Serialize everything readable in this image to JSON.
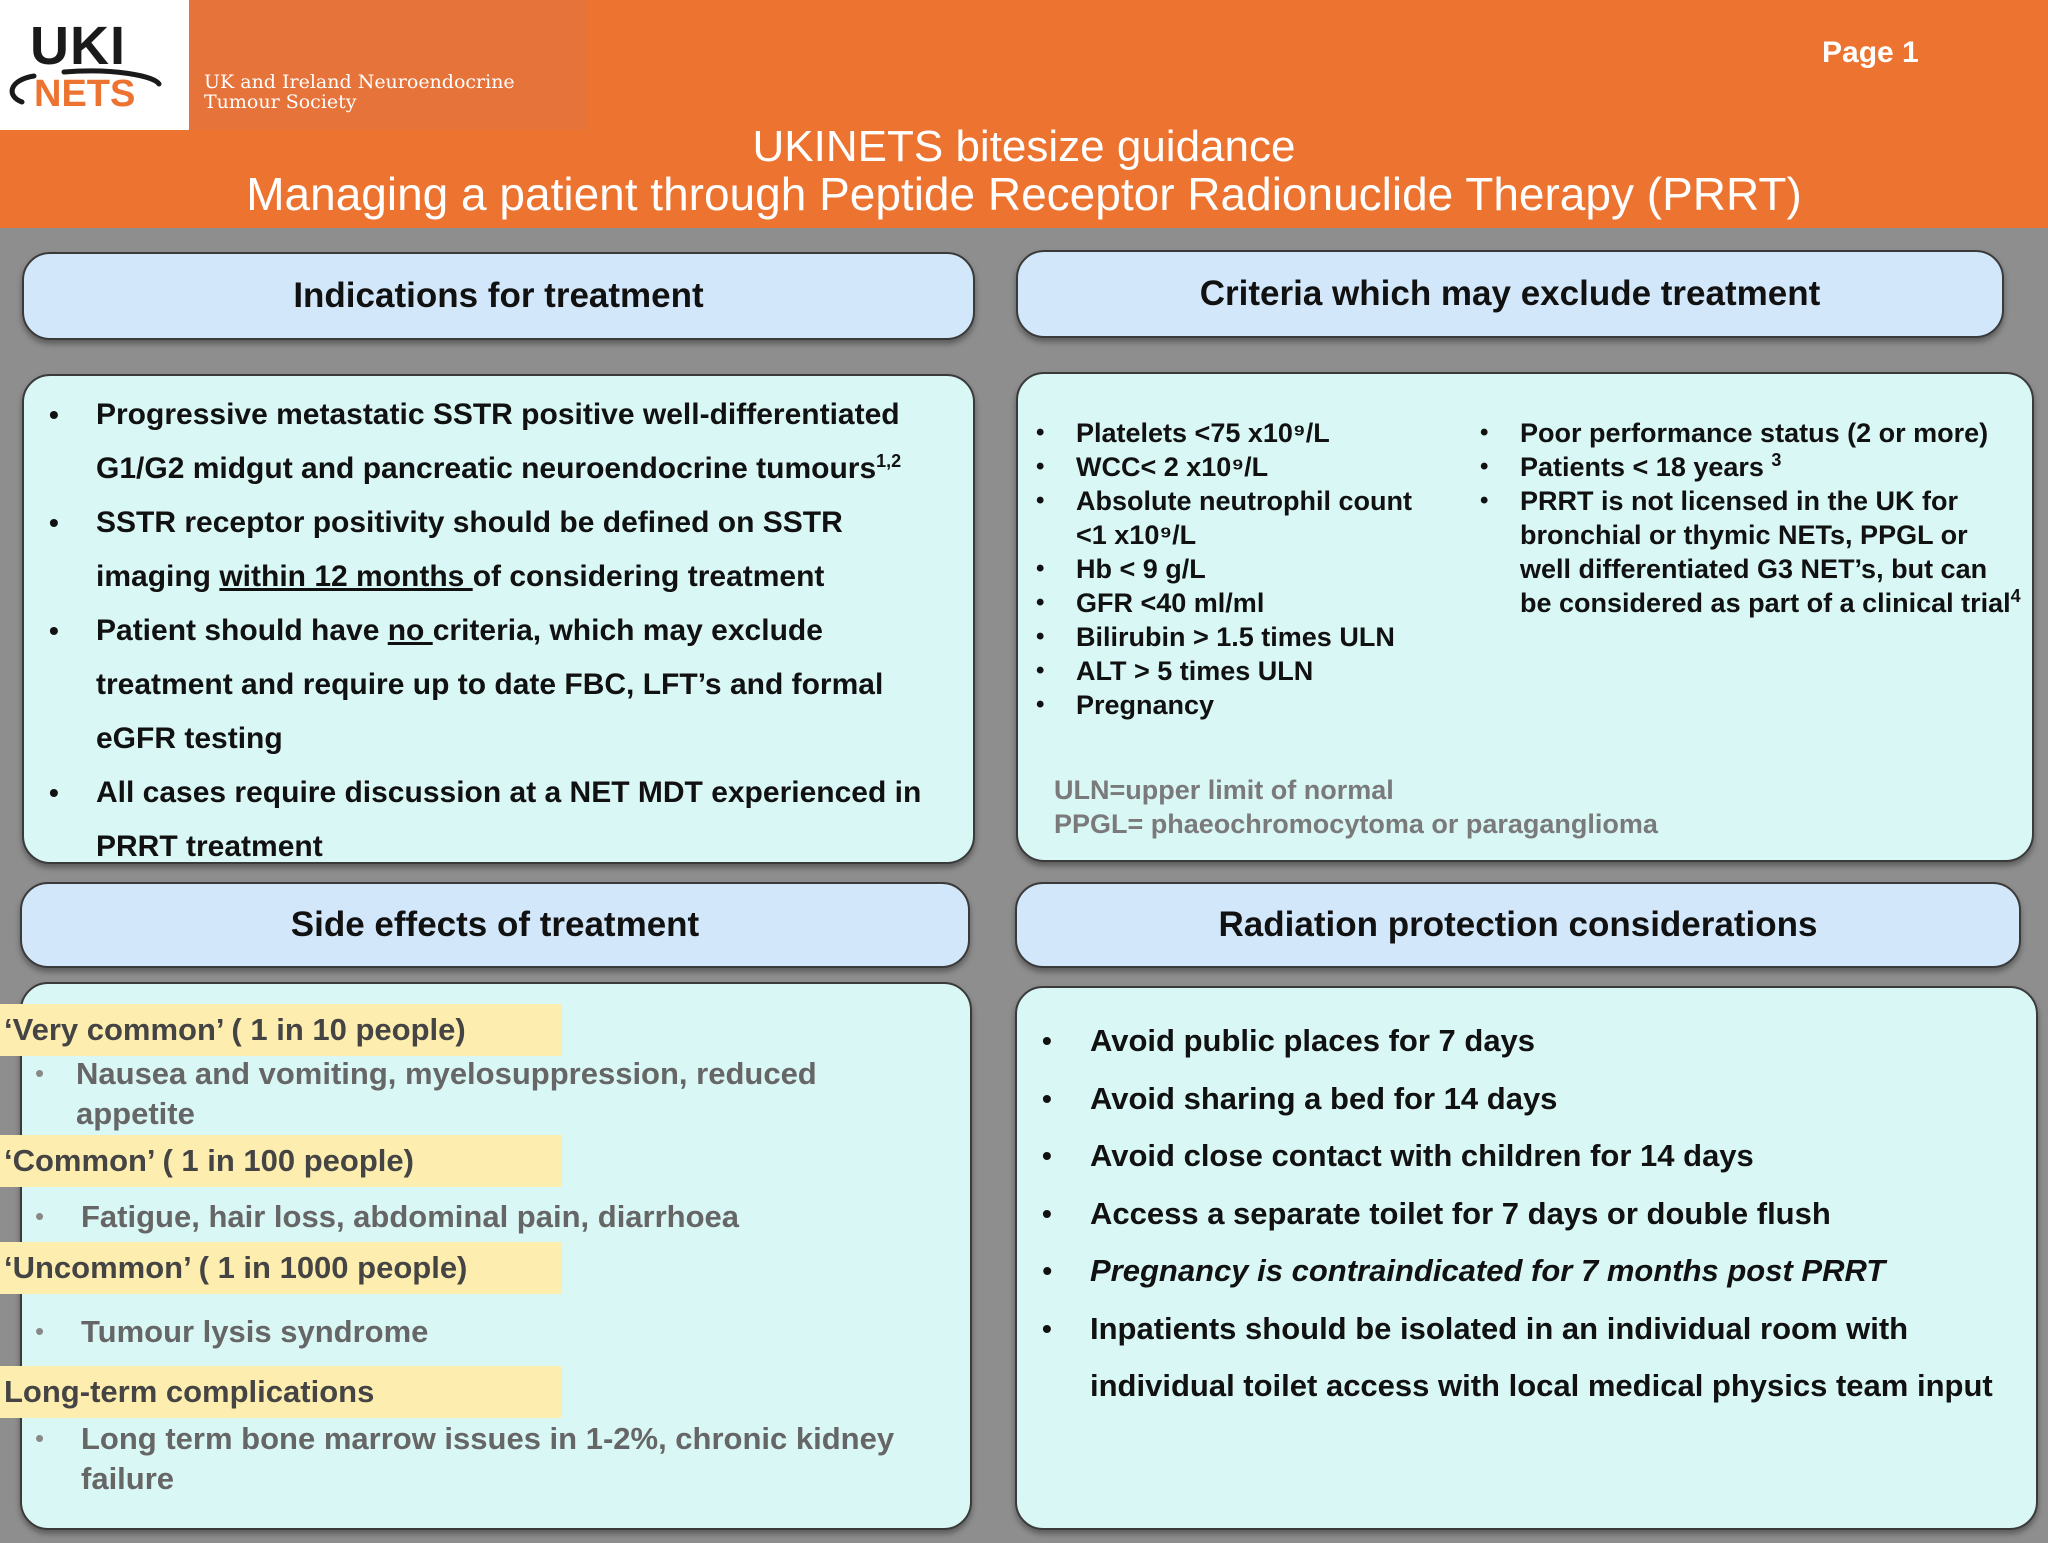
{
  "header": {
    "logo_top": "UKI",
    "logo_bottom": "NETS",
    "society_line1": "UK and Ireland Neuroendocrine",
    "society_line2": "Tumour Society",
    "page": "Page 1",
    "title_line1": "UKINETS bitesize guidance",
    "title_line2": "Managing a patient through Peptide Receptor Radionuclide Therapy (PRRT)",
    "colors": {
      "banner": "#ec7330",
      "panel": "#d9f7f5",
      "section_heading": "#d2e8fa",
      "highlight": "#fdeeb0"
    }
  },
  "indications": {
    "title": "Indications for treatment",
    "b1_text": "Progressive metastatic SSTR positive well-differentiated G1/G2 midgut and pancreatic neuroendocrine tumours",
    "b1_sup": "1,2",
    "b2_pre": "SSTR receptor positivity should be defined on SSTR imaging ",
    "b2_ul": "within 12 months ",
    "b2_post": "of considering  treatment",
    "b3_pre": "Patient should have ",
    "b3_ul": "no ",
    "b3_post": "criteria, which may exclude treatment and require up to date FBC, LFT’s and formal eGFR testing",
    "b4": "All cases require discussion at a NET MDT experienced in PRRT treatment"
  },
  "criteria": {
    "title": "Criteria which may exclude treatment",
    "left_items": [
      "Platelets <75 x10⁹/L",
      "WCC< 2 x10⁹/L",
      "Absolute neutrophil count <1 x10⁹/L",
      "Hb < 9 g/L",
      "GFR <40 ml/ml",
      "Bilirubin > 1.5 times ULN",
      "ALT > 5 times ULN",
      "Pregnancy"
    ],
    "right_1": "Poor performance status (2 or more)",
    "right_2": "Patients < 18 years ",
    "right_2_sup": "3",
    "right_3": "PRRT is not licensed in the UK  for bronchial or thymic NETs, PPGL or well differentiated G3 NET’s, but can be considered as part of a clinical trial",
    "right_3_sup": "4",
    "note1": "ULN=upper limit of normal",
    "note2": "PPGL= phaeochromocytoma or paraganglioma"
  },
  "side_effects": {
    "title": "Side effects of treatment",
    "very_common": "‘Very common’ ( 1 in 10 people)",
    "very_common_item": "Nausea and vomiting, myelosuppression, reduced appetite",
    "common": "‘Common’ ( 1 in 100 people)",
    "common_item": "Fatigue, hair loss, abdominal pain, diarrhoea",
    "uncommon": "‘Uncommon’ ( 1 in 1000 people)",
    "uncommon_item": "Tumour lysis syndrome",
    "long_term": "Long-term complications",
    "long_term_item": "Long term bone marrow issues in 1-2%, chronic kidney failure"
  },
  "radiation": {
    "title": "Radiation protection considerations",
    "items": [
      "Avoid public places for 7 days",
      "Avoid sharing a bed for 14 days",
      "Avoid close contact with children for 14 days",
      "Access a separate toilet for 7 days or double flush",
      "Pregnancy is contraindicated for 7 months post PRRT",
      "Inpatients should be isolated in an individual room with individual toilet access with local medical physics team input"
    ]
  }
}
